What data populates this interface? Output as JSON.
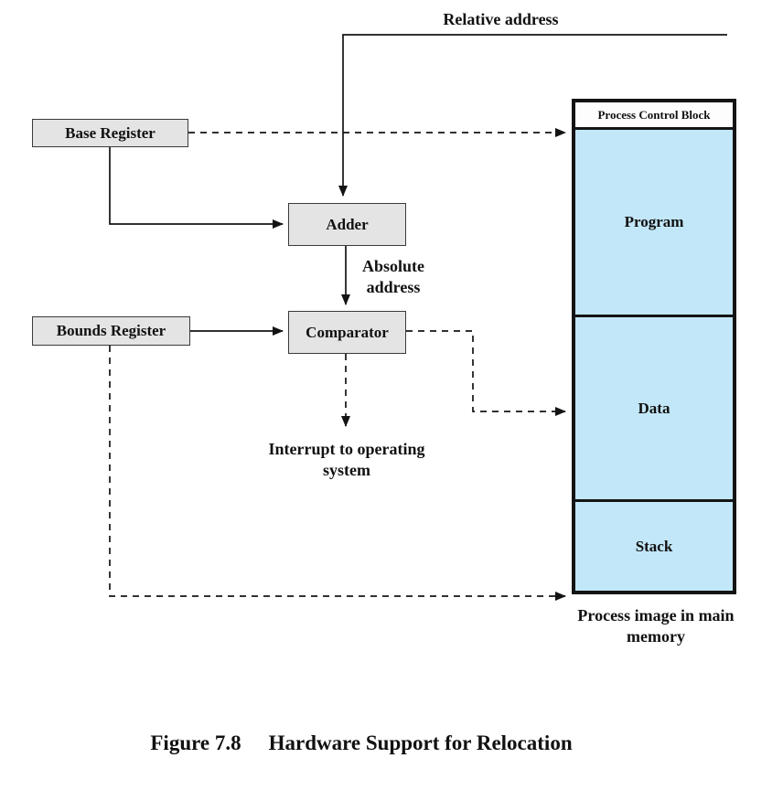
{
  "diagram": {
    "relative_address": "Relative address",
    "base_register": "Base Register",
    "bounds_register": "Bounds Register",
    "adder": "Adder",
    "absolute_address": "Absolute address",
    "comparator": "Comparator",
    "interrupt": "Interrupt to operating system"
  },
  "memory": {
    "pcb": "Process Control Block",
    "program": "Program",
    "data": "Data",
    "stack": "Stack",
    "footer": "Process image in main memory"
  },
  "caption": {
    "figure": "Figure 7.8",
    "title": "Hardware Support for Relocation"
  },
  "colors": {
    "memory_fill": "#c2e7f8",
    "register_fill": "#e4e4e4",
    "line": "#141414"
  }
}
